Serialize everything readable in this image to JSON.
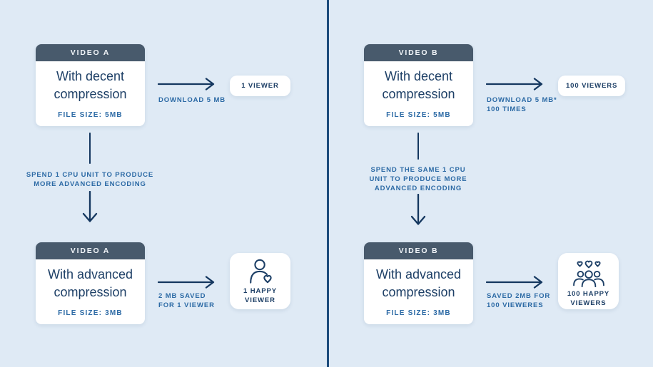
{
  "colors": {
    "background": "#dfeaf5",
    "divider": "#1d4b7c",
    "card_header_bg": "#485a6c",
    "card_header_text": "#f1f5f9",
    "card_title_text": "#1d3f66",
    "accent_label_text": "#2c6aa5",
    "arrow": "#14375f",
    "card_bg": "#ffffff"
  },
  "columns": [
    {
      "id": "video-a",
      "top_card": {
        "tag": "VIDEO A",
        "title_lines": [
          "With decent",
          "compression"
        ],
        "file_size": "FILE SIZE: 5MB"
      },
      "download_label_lines": [
        "DOWNLOAD 5 MB"
      ],
      "viewer_pill": "1 VIEWER",
      "cpu_label_lines": [
        "SPEND 1 CPU UNIT TO PRODUCE",
        "MORE ADVANCED ENCODING"
      ],
      "bottom_card": {
        "tag": "VIDEO A",
        "title_lines": [
          "With advanced",
          "compression"
        ],
        "file_size": "FILE SIZE: 3MB"
      },
      "savings_label_lines": [
        "2 MB SAVED",
        "FOR 1 VIEWER"
      ],
      "happy_result": {
        "icon": "single-happy-viewer-icon",
        "label_lines": [
          "1 HAPPY",
          "VIEWER"
        ]
      }
    },
    {
      "id": "video-b",
      "top_card": {
        "tag": "VIDEO B",
        "title_lines": [
          "With decent",
          "compression"
        ],
        "file_size": "FILE SIZE: 5MB"
      },
      "download_label_lines": [
        "DOWNLOAD 5 MB*",
        "100 TIMES"
      ],
      "viewer_pill": "100 VIEWERS",
      "cpu_label_lines": [
        "SPEND THE SAME 1 CPU",
        "UNIT TO PRODUCE MORE",
        "ADVANCED ENCODING"
      ],
      "bottom_card": {
        "tag": "VIDEO B",
        "title_lines": [
          "With advanced",
          "compression"
        ],
        "file_size": "FILE SIZE: 3MB"
      },
      "savings_label_lines": [
        "SAVED 2MB FOR",
        "100 VIEWERES"
      ],
      "happy_result": {
        "icon": "group-happy-viewers-icon",
        "label_lines": [
          "100 HAPPY",
          "VIEWERS"
        ]
      }
    }
  ]
}
